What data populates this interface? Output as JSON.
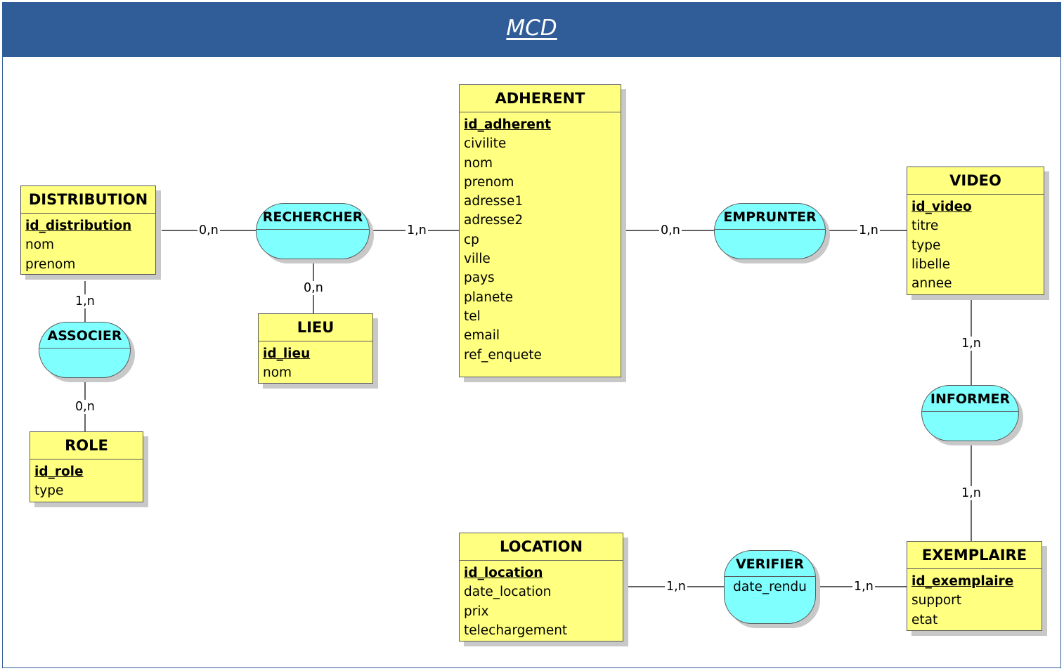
{
  "title": "MCD",
  "colors": {
    "header": "#305d98",
    "entity_fill": "#ffff80",
    "association_fill": "#80ffff"
  },
  "entities": {
    "adherent": {
      "name": "ADHERENT",
      "key": "id_adherent",
      "attributes": [
        "civilite",
        "nom",
        "prenom",
        "adresse1",
        "adresse2",
        "cp",
        "ville",
        "pays",
        "planete",
        "tel",
        "email",
        "ref_enquete"
      ]
    },
    "distribution": {
      "name": "DISTRIBUTION",
      "key": "id_distribution",
      "attributes": [
        "nom",
        "prenom"
      ]
    },
    "lieu": {
      "name": "LIEU",
      "key": "id_lieu",
      "attributes": [
        "nom"
      ]
    },
    "role": {
      "name": "ROLE",
      "key": "id_role",
      "attributes": [
        "type"
      ]
    },
    "video": {
      "name": "VIDEO",
      "key": "id_video",
      "attributes": [
        "titre",
        "type",
        "libelle",
        "annee"
      ]
    },
    "location": {
      "name": "LOCATION",
      "key": "id_location",
      "attributes": [
        "date_location",
        "prix",
        "telechargement"
      ]
    },
    "exemplaire": {
      "name": "EXEMPLAIRE",
      "key": "id_exemplaire",
      "attributes": [
        "support",
        "etat"
      ]
    }
  },
  "associations": {
    "rechercher": {
      "name": "RECHERCHER",
      "attribute": ""
    },
    "associer": {
      "name": "ASSOCIER",
      "attribute": ""
    },
    "emprunter": {
      "name": "EMPRUNTER",
      "attribute": ""
    },
    "informer": {
      "name": "INFORMER",
      "attribute": ""
    },
    "verifier": {
      "name": "VERIFIER",
      "attribute": "date_rendu"
    }
  },
  "cardinalities": {
    "distribution_rechercher": "0,n",
    "adherent_rechercher": "1,n",
    "lieu_rechercher": "0,n",
    "distribution_associer": "1,n",
    "role_associer": "0,n",
    "adherent_emprunter": "0,n",
    "video_emprunter": "1,n",
    "video_informer": "1,n",
    "exemplaire_informer": "1,n",
    "location_verifier": "1,n",
    "exemplaire_verifier": "1,n"
  }
}
